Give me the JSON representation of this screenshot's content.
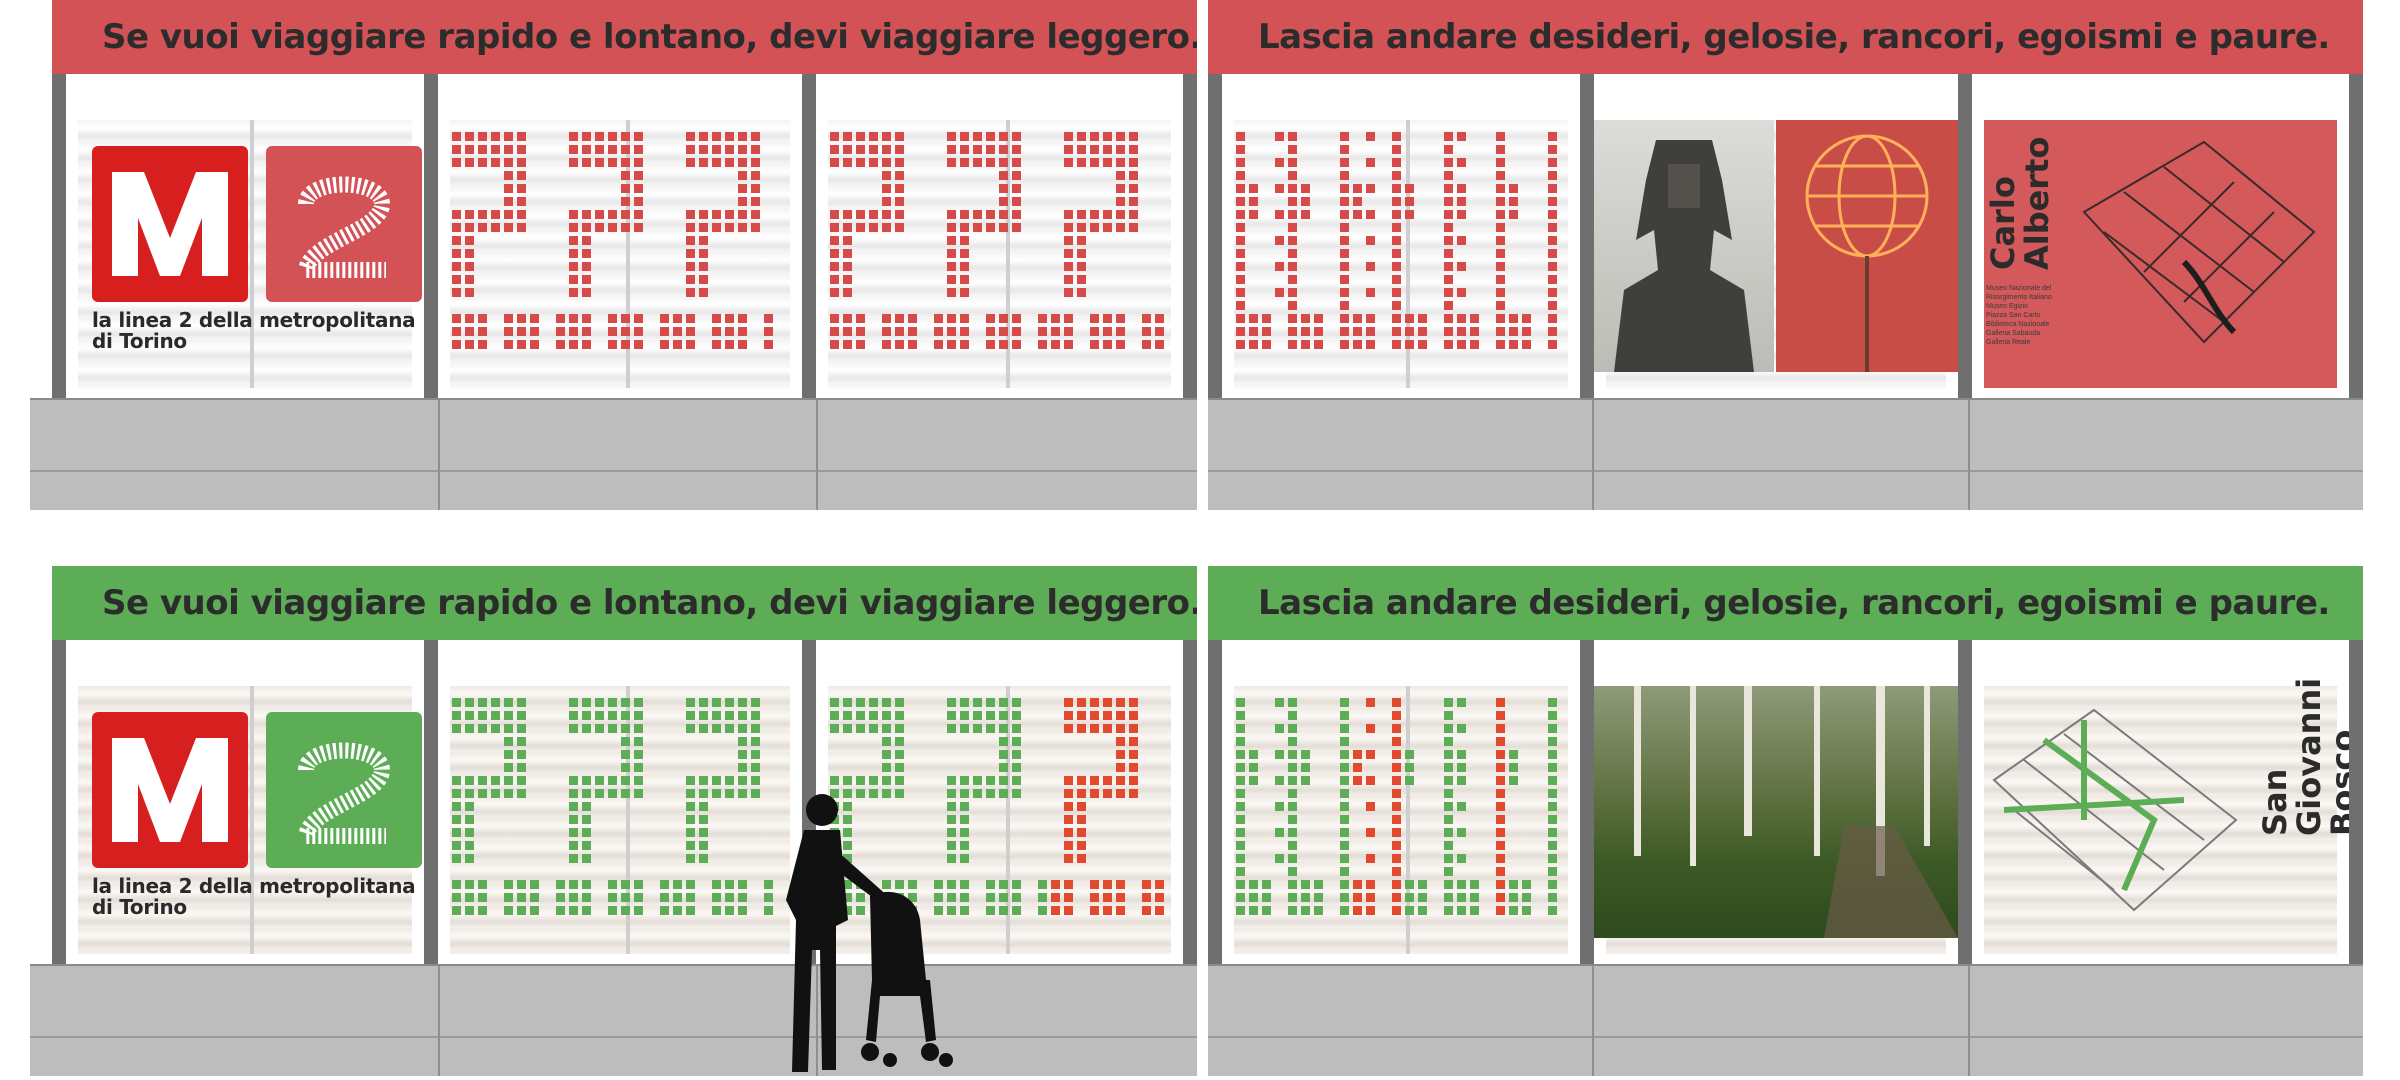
{
  "hoardings": [
    {
      "theme": "red",
      "banner_left": "Se vuoi viaggiare rapido e lontano, devi viaggiare leggero.",
      "banner_right": "Lascia andare desideri, gelosie, rancori, egoismi e paure.",
      "logo_number": "2",
      "caption": "la linea 2 della metropolitana di Torino",
      "station_name": "Carlo Alberto",
      "museums": [
        "Museo Nazionale del Risorgimento Italiano",
        "Museo Egizio",
        "Piazza San Carlo",
        "Biblioteca Nazionale",
        "Galleria Sabauda",
        "Galleria Reale"
      ],
      "colors": {
        "banner": "#d35256",
        "dots": "#d64a4a",
        "logo_m": "#d81f1f"
      }
    },
    {
      "theme": "green",
      "banner_left": "Se vuoi viaggiare rapido e lontano, devi viaggiare leggero.",
      "banner_right": "Lascia andare desideri, gelosie, rancori, egoismi e paure.",
      "logo_number": "2",
      "caption": "la linea 2 della metropolitana di Torino",
      "station_name": "San Giovanni Bosco",
      "colors": {
        "banner": "#5cad55",
        "dots": "#5cad55",
        "accent": "#e24a30",
        "logo_m": "#d81f1f"
      }
    }
  ]
}
